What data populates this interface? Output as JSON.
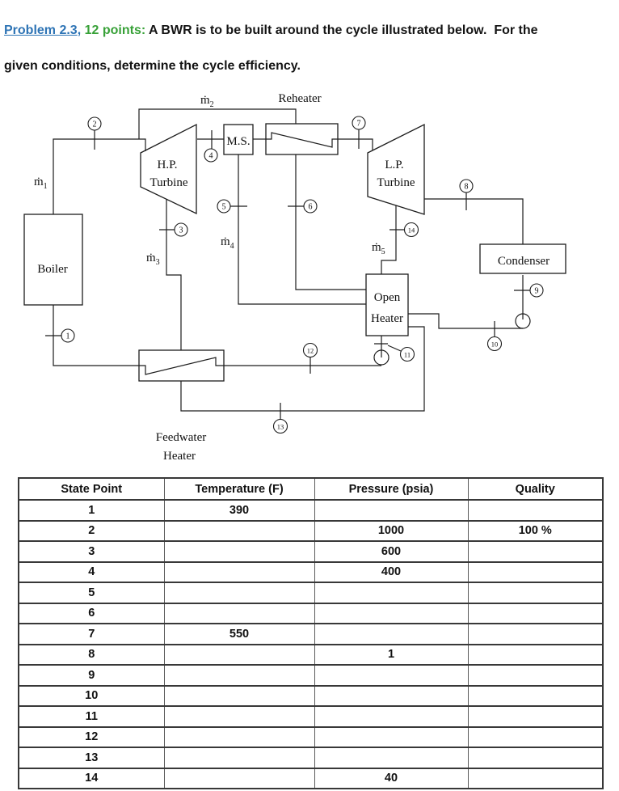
{
  "heading": {
    "link_text": "Problem 2.3",
    "comma_text": ",",
    "points_text": " 12 points:",
    "statement_line1": " A BWR is to be built around the cycle illustrated below.  For the",
    "statement_line2": "given conditions, determine the cycle efficiency.",
    "link_color": "#2E74B5",
    "points_color": "#38A138"
  },
  "diagram": {
    "labels": {
      "boiler": "Boiler",
      "hp_turbine_line1": "H.P.",
      "hp_turbine_line2": "Turbine",
      "moisture_separator": "M.S.",
      "reheater": "Reheater",
      "lp_turbine_line1": "L.P.",
      "lp_turbine_line2": "Turbine",
      "condenser": "Condenser",
      "open_heater_line1": "Open",
      "open_heater_line2": "Heater",
      "feedwater_heater_line1": "Feedwater",
      "feedwater_heater_line2": "Heater"
    },
    "flow_labels": [
      {
        "base": "ṁ",
        "sub": "1"
      },
      {
        "base": "ṁ",
        "sub": "2"
      },
      {
        "base": "ṁ",
        "sub": "3"
      },
      {
        "base": "ṁ",
        "sub": "4"
      },
      {
        "base": "ṁ",
        "sub": "5"
      }
    ],
    "state_points": [
      "1",
      "2",
      "3",
      "4",
      "5",
      "6",
      "7",
      "8",
      "9",
      "10",
      "11",
      "12",
      "13",
      "14"
    ]
  },
  "table": {
    "headers": [
      "State Point",
      "Temperature (F)",
      "Pressure (psia)",
      "Quality"
    ],
    "rows": [
      {
        "state_point": "1",
        "temperature": "390",
        "pressure": "",
        "quality": ""
      },
      {
        "state_point": "2",
        "temperature": "",
        "pressure": "1000",
        "quality": "100 %"
      },
      {
        "state_point": "3",
        "temperature": "",
        "pressure": "600",
        "quality": ""
      },
      {
        "state_point": "4",
        "temperature": "",
        "pressure": "400",
        "quality": ""
      },
      {
        "state_point": "5",
        "temperature": "",
        "pressure": "",
        "quality": ""
      },
      {
        "state_point": "6",
        "temperature": "",
        "pressure": "",
        "quality": ""
      },
      {
        "state_point": "7",
        "temperature": "550",
        "pressure": "",
        "quality": ""
      },
      {
        "state_point": "8",
        "temperature": "",
        "pressure": "1",
        "quality": ""
      },
      {
        "state_point": "9",
        "temperature": "",
        "pressure": "",
        "quality": ""
      },
      {
        "state_point": "10",
        "temperature": "",
        "pressure": "",
        "quality": ""
      },
      {
        "state_point": "11",
        "temperature": "",
        "pressure": "",
        "quality": ""
      },
      {
        "state_point": "12",
        "temperature": "",
        "pressure": "",
        "quality": ""
      },
      {
        "state_point": "13",
        "temperature": "",
        "pressure": "",
        "quality": ""
      },
      {
        "state_point": "14",
        "temperature": "",
        "pressure": "40",
        "quality": ""
      }
    ]
  }
}
